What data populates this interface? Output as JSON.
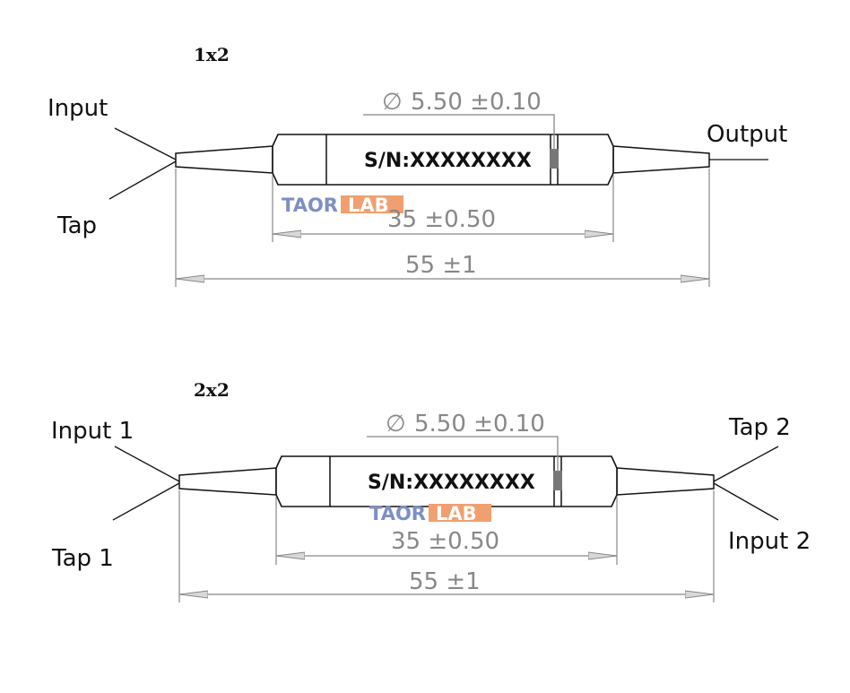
{
  "brand": {
    "logo_left": "TAOR",
    "logo_right": "LAB",
    "logo_left_color": "#7d8fc4",
    "logo_right_color": "#f0a070"
  },
  "diagrams": [
    {
      "title": "1x2",
      "labels": {
        "left_top": "Input",
        "left_bottom": "Tap",
        "right_top": "Output"
      },
      "serial": "S/N:XXXXXXXX",
      "dimensions": {
        "diameter_symbol": "∅",
        "diameter": "5.50 ±0.10",
        "body_length": "35 ±0.50",
        "total_length": "55 ±1"
      }
    },
    {
      "title": "2x2",
      "labels": {
        "left_top": "Input 1",
        "left_bottom": "Tap 1",
        "right_top": "Tap 2",
        "right_bottom": "Input 2"
      },
      "serial": "S/N:XXXXXXXX",
      "dimensions": {
        "diameter_symbol": "∅",
        "diameter": "5.50 ±0.10",
        "body_length": "35 ±0.50",
        "total_length": "55 ±1"
      }
    }
  ]
}
